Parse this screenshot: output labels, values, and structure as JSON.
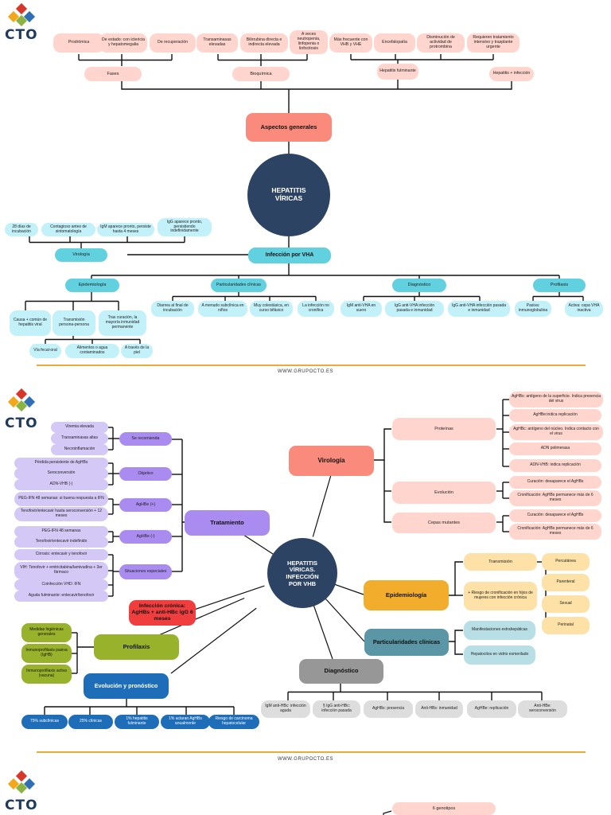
{
  "brand": {
    "name": "CTO",
    "website": "WWW.GRUPOCTO.ES"
  },
  "colors": {
    "navy": "#2d4364",
    "salmon": "#fa8a7c",
    "salmon_light": "#ffd5cd",
    "cyan": "#61d0df",
    "cyan_light": "#c2f1f9",
    "purple": "#aa8bf0",
    "purple_light": "#d4c8f7",
    "orange": "#f2ad2c",
    "orange_light": "#fde1a6",
    "teal": "#5a96a6",
    "teal_light": "#b7dfe5",
    "gray": "#979797",
    "gray_light": "#dddddd",
    "olive": "#99b22b",
    "blue": "#1d6db8",
    "red": "#f03e3e",
    "logo_red": "#d9362b",
    "logo_orange": "#f3a71b",
    "logo_green": "#8ab43f",
    "logo_blue": "#2e6fb6"
  },
  "page1": {
    "center": "HEPATITIS VÍRICAS",
    "aspectos": {
      "title": "Aspectos generales",
      "fases": {
        "label": "Fases",
        "items": [
          "Prodrómica",
          "De estado: con ictericia y hepatomegalia",
          "De recuperación"
        ]
      },
      "bioquimica": {
        "label": "Bioquímica",
        "items": [
          "Transaminasas elevadas",
          "Bilirrubina directa e indirecta elevada",
          "A veces neutropenia, linfopenia o linfocitosis"
        ]
      },
      "fulminante": {
        "label": "Hepatitis fulminante",
        "items": [
          "Más frecuente con VHB y VHE",
          "Encefalopatía",
          "Disminución de actividad de protrombina",
          "Requieren tratamiento intensivo y trasplante urgente"
        ]
      },
      "infeccion": {
        "label": "Hepatitis + infección"
      }
    },
    "vha": {
      "title": "Infección por VHA",
      "virologia": {
        "label": "Virología",
        "items": [
          "28 días de incubación",
          "Contagioso antes de sintomatología",
          "IgM aparece pronto, persiste hasta 4 meses",
          "IgG aparece pronto, persistiendo indefinidamente"
        ]
      },
      "epidemiologia": {
        "label": "Epidemiología",
        "items": [
          "Causa + común de hepatitis viral",
          "Transmisión persona-persona",
          "Tras curación, la mayoría inmunidad permanente"
        ],
        "sub": [
          "Vía fecal-oral",
          "Alimentos o agua contaminados",
          "A través de la piel"
        ]
      },
      "particularidades": {
        "label": "Particularidades clínicas",
        "items": [
          "Diarrea al final de incubación",
          "A menudo subclínica en niños",
          "Muy colestásica, en curso bifásico",
          "La infección no cronifica"
        ]
      },
      "diagnostico": {
        "label": "Diagnóstico",
        "items": [
          "IgM anti-VHA en suero",
          "IgG anti-VHA infección pasada e inmunidad",
          "IgG anti-VHA infección pasada e inmunidad"
        ]
      },
      "profilaxis": {
        "label": "Profilaxis",
        "items": [
          "Pasiva: inmunoglobulina",
          "Activa: cepa VHA inactiva"
        ]
      }
    }
  },
  "page2": {
    "center": "HEPATITIS VÍRICAS. INFECCIÓN POR VHB",
    "virologia": {
      "title": "Virología",
      "proteinas": {
        "label": "Proteínas",
        "items": [
          "AgHBs: antígeno de la superficie. Indica presencia del virus",
          "AgHBe:indica replicación",
          "AgHBc: antígeno del núcleo. Indica contacto con el virus",
          "ADN polimerasa",
          "ADN-VHB: indica replicación"
        ]
      },
      "evolucion": {
        "label": "Evolución",
        "items": [
          "Curación: desaparece el AgHBs",
          "Cronificación: AgHBs permanece más de 6 meses"
        ]
      },
      "cepas": {
        "label": "Cepas mutantes",
        "items": [
          "Curación: desaparece el AgHBs",
          "Cronificación: AgHBs permanece más de 6 meses"
        ]
      }
    },
    "epidemiologia": {
      "title": "Epidemiología",
      "transmision": {
        "label": "Transmisión",
        "items": [
          "Percutánea",
          "Parenteral",
          "Sexual",
          "Perinatal"
        ]
      },
      "riesgo": "+ Riesgo de cronificación en hijos de mujeres con infección crónica"
    },
    "particularidades": {
      "title": "Particularidades clínicas",
      "items": [
        "Manifestaciones extrahepáticas",
        "Hepatocitos en vidrio esmerilado"
      ]
    },
    "diagnostico": {
      "title": "Diagnóstico",
      "items": [
        "IgM anti-HBc: infección aguda",
        "§ IgG anti-HBc: infección pasada",
        "AgHBs: presencia",
        "Anti-HBs: inmunidad",
        "AgHBe: replicación",
        "Anti-HBe: seroconversión"
      ]
    },
    "tratamiento": {
      "title": "Tratamiento",
      "recomienda": {
        "label": "Se recomienda",
        "items": [
          "Viremia elevada",
          "Transaminasas altas",
          "Necroinflamación"
        ]
      },
      "objetivo": {
        "label": "Objetivo",
        "items": [
          "Pérdida persistente de AgHBs",
          "Seroconversión",
          "ADN-VHB (-)"
        ]
      },
      "agpos": {
        "label": "AgHBe (+)",
        "items": [
          "PEG-IFN 48 semanas: si buena respuesta a IFN",
          "Tenofovir/entecavir hasta seroconversión + 12 meses"
        ]
      },
      "agneg": {
        "label": "AgHBe (-)",
        "items": [
          "PEG-IFN 48 semanas",
          "Tenofovir/entecavir indefinido"
        ]
      },
      "situaciones": {
        "label": "Situaciones especiales",
        "items": [
          "Cirrosis: entecavir y tenofovir",
          "VIH: Tenofovir + emtricitabina/lamivudina + 3er fármaco",
          "Coinfección VHD: IFN",
          "Aguda fulminante: entecavir/tenofovir"
        ]
      }
    },
    "cronica": "Infección crónica: AgHBs + anti-HBc IgG 6 meses",
    "profilaxis": {
      "title": "Profilaxis",
      "items": [
        "Medidas higiénicas generales",
        "Inmunoprofilaxis pasiva (IgHB)",
        "Inmunoprofilaxis activa (vacuna)"
      ]
    },
    "evolucion": {
      "title": "Evolución y pronóstico",
      "items": [
        "75% subclínicas",
        "25% clínicas",
        "1% hepatitis fulminante",
        "1% aclaran AgHBs anualmente",
        "Riesgo de carcinoma hepatocelular"
      ]
    }
  },
  "page3": {
    "genotipos": "6 genotipos"
  }
}
